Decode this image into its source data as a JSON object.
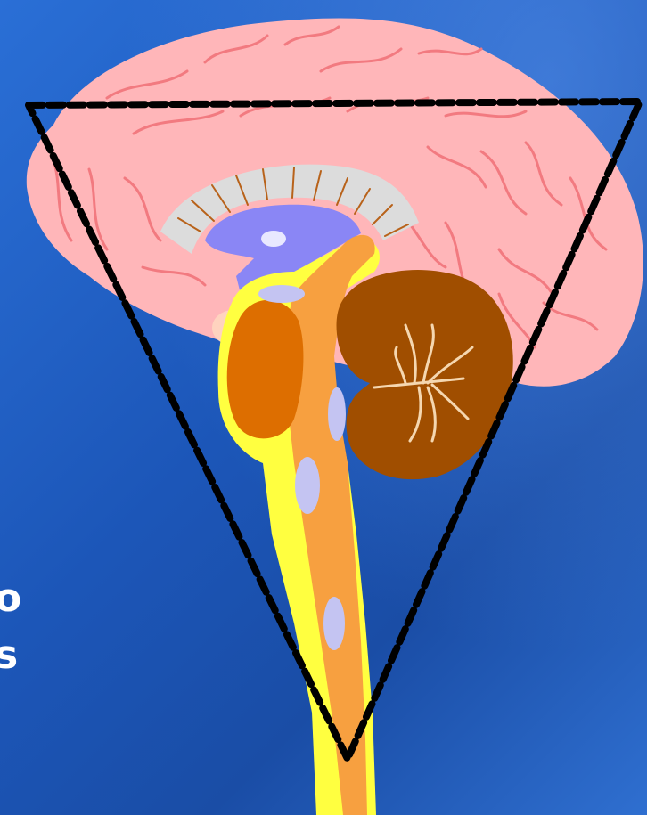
{
  "left_text": {
    "line1": "o",
    "line2": "s"
  },
  "colors": {
    "background": "#1f58b8",
    "cerebrum": "#ffb6b9",
    "gyri_lines": "#f27a80",
    "corpus_callosum": "#dcdcdc",
    "ventricle": "#8a86f5",
    "brainstem": "#f7a040",
    "brainstem_outline": "#ffff40",
    "thalamus": "#dd6e00",
    "cerebellum": "#a04e00",
    "arbor_vitae": "#f5d7b0",
    "nuclei": "#c4c4f2",
    "triangle_outline": "#000000"
  },
  "icons": [
    "brain-sagittal-illustration",
    "dashed-triangle-overlay"
  ]
}
